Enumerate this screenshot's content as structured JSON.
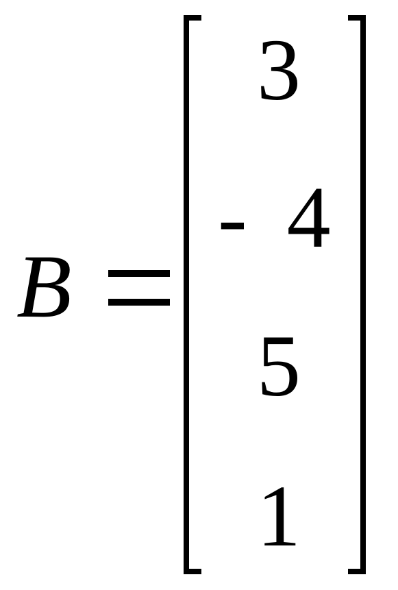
{
  "equation": {
    "variable": "B",
    "operator": "=",
    "vector": {
      "entries": [
        {
          "sign": "",
          "value": "3"
        },
        {
          "sign": "-",
          "value": "4"
        },
        {
          "sign": "",
          "value": "5"
        },
        {
          "sign": "",
          "value": "1"
        }
      ]
    }
  }
}
